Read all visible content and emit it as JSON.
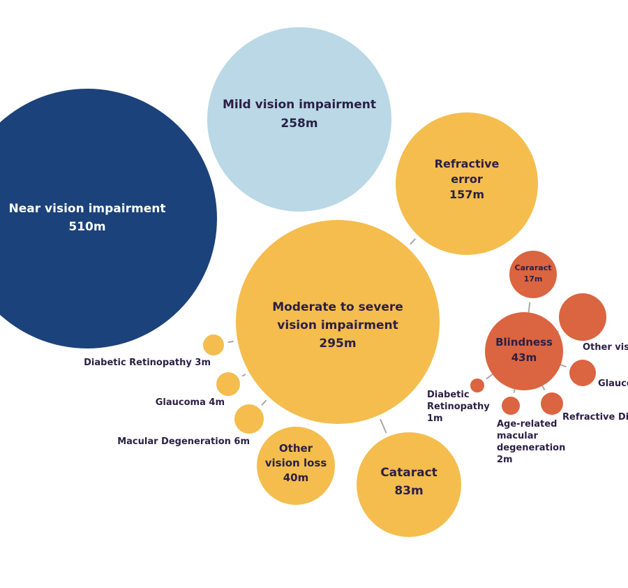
{
  "chart_data": {
    "type": "bubble",
    "colors": {
      "near": "#1b427a",
      "mild": "#bad8e5",
      "yellow": "#f4bd4d",
      "red": "#db6441",
      "connector": "#a6a6a6",
      "text_dark": "#2a1f45",
      "text_light": "#ffffff"
    },
    "bubbles": [
      {
        "id": "near",
        "lines": [
          "Near vision impairment",
          "510m"
        ],
        "value_m": 510,
        "color": "near"
      },
      {
        "id": "mild",
        "lines": [
          "Mild vision impairment",
          "258m"
        ],
        "value_m": 258,
        "color": "mild"
      },
      {
        "id": "refr",
        "lines": [
          "Refractive",
          "error",
          "157m"
        ],
        "value_m": 157,
        "color": "yellow"
      },
      {
        "id": "mod",
        "lines": [
          "Moderate to severe",
          "vision impairment",
          "295m"
        ],
        "value_m": 295,
        "color": "yellow"
      },
      {
        "id": "cat",
        "lines": [
          "Cataract",
          "83m"
        ],
        "value_m": 83,
        "color": "yellow"
      },
      {
        "id": "oth",
        "lines": [
          "Other",
          "vision loss",
          "40m"
        ],
        "value_m": 40,
        "color": "yellow"
      },
      {
        "id": "mac",
        "lines": [
          "Macular Degeneration 6m"
        ],
        "value_m": 6,
        "color": "yellow"
      },
      {
        "id": "gla",
        "lines": [
          "Glaucoma 4m"
        ],
        "value_m": 4,
        "color": "yellow"
      },
      {
        "id": "dr",
        "lines": [
          "Diabetic Retinopathy 3m"
        ],
        "value_m": 3,
        "color": "yellow"
      },
      {
        "id": "blind",
        "lines": [
          "Blindness",
          "43m"
        ],
        "value_m": 43,
        "color": "red"
      },
      {
        "id": "bcat",
        "lines": [
          "Cararact",
          "17m"
        ],
        "value_m": 17,
        "color": "red"
      },
      {
        "id": "bother",
        "lines": [
          "Other vis"
        ],
        "color": "red"
      },
      {
        "id": "bgla",
        "lines": [
          "Glauco"
        ],
        "color": "red"
      },
      {
        "id": "brefr",
        "lines": [
          "Refractive Dis"
        ],
        "color": "red"
      },
      {
        "id": "bamd",
        "lines": [
          "Age-related",
          "macular",
          "degeneration",
          "2m"
        ],
        "value_m": 2,
        "color": "red"
      },
      {
        "id": "bdr",
        "lines": [
          "Diabetic",
          "Retinopathy",
          "1m"
        ],
        "value_m": 1,
        "color": "red"
      }
    ]
  }
}
